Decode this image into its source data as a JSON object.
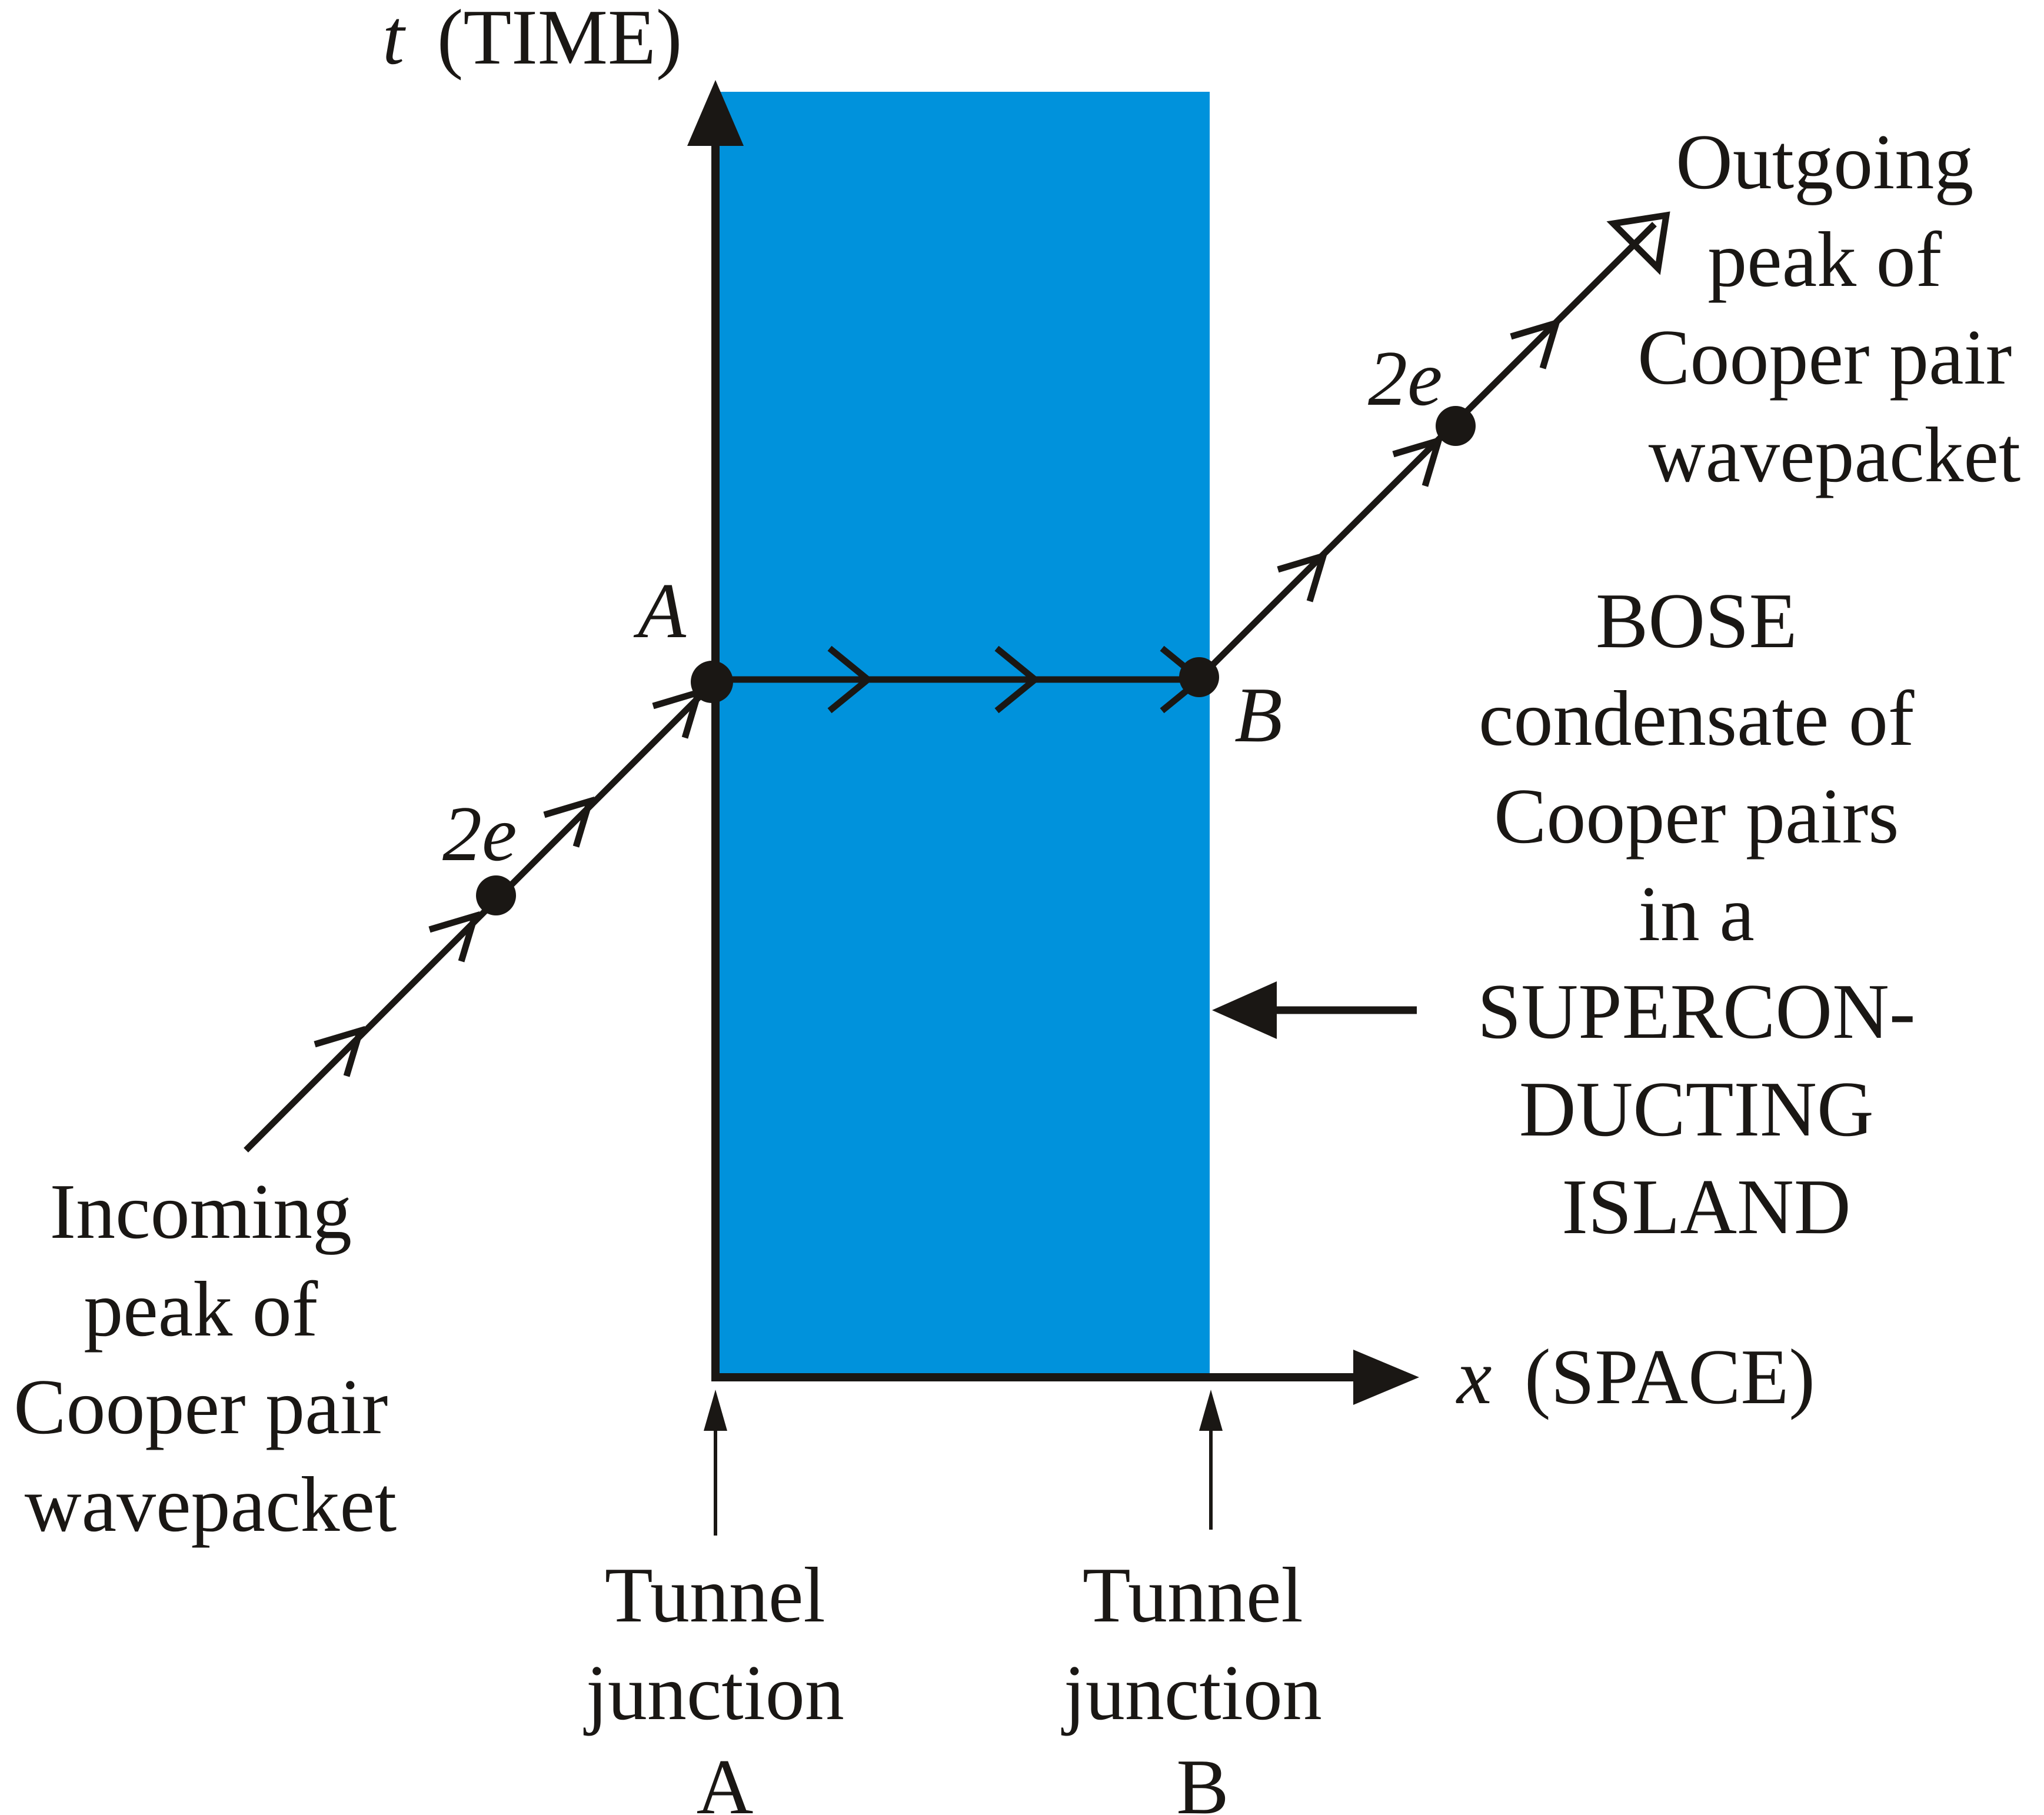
{
  "axes": {
    "t_symbol": "t",
    "t_label": "(TIME)",
    "x_symbol": "x",
    "x_label": "(SPACE)"
  },
  "points": {
    "a": "A",
    "b": "B"
  },
  "charge": {
    "in": "2e",
    "out": "2e"
  },
  "incoming": {
    "lines": [
      "Incoming",
      "peak of",
      "Cooper pair",
      "wavepacket"
    ]
  },
  "outgoing": {
    "lines": [
      "Outgoing",
      "peak of",
      "Cooper pair",
      "wavepacket"
    ]
  },
  "island": {
    "lines": [
      "BOSE",
      "condensate of",
      "Cooper pairs",
      "in a",
      "SUPERCON-",
      "DUCTING",
      "ISLAND"
    ]
  },
  "junction_a": {
    "lines": [
      "Tunnel",
      "junction",
      "A"
    ]
  },
  "junction_b": {
    "lines": [
      "Tunnel",
      "junction",
      "B"
    ]
  },
  "colors": {
    "island": "#0092dc",
    "ink": "#1a1714"
  }
}
